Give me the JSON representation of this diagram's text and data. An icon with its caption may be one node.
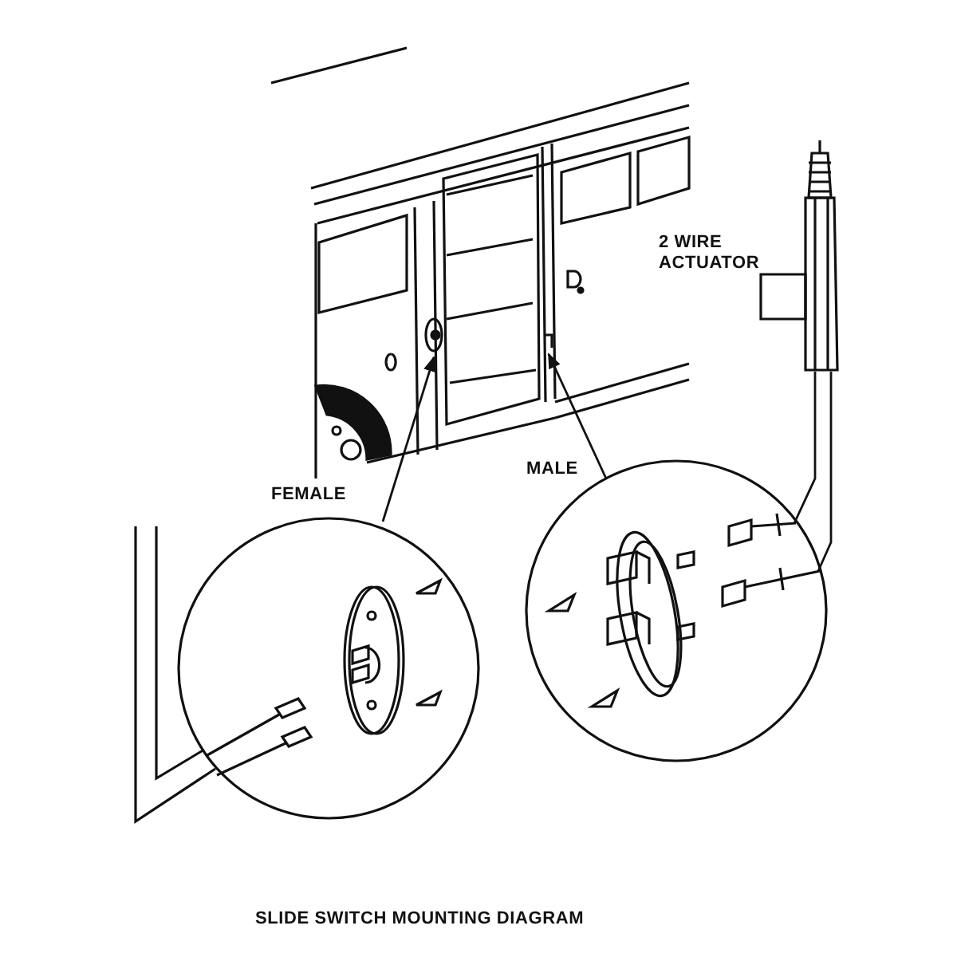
{
  "diagram": {
    "caption": "SLIDE SWITCH MOUNTING DIAGRAM",
    "nodes": [
      {
        "text": [
          "FEMALE"
        ]
      },
      {
        "text": [
          "MALE"
        ]
      },
      {
        "text": [],
        "shape": "picture"
      },
      {
        "text": [],
        "shape": "picture"
      },
      {
        "text": [],
        "shape": "picture",
        "beside": [
          "2 WIRE ACTUATOR"
        ]
      }
    ],
    "edges": [
      {
        "from": 0,
        "to": 2,
        "arrow": "to"
      },
      {
        "from": 1,
        "to": 3,
        "arrow": "to"
      },
      {
        "from": 4,
        "to": 1,
        "arrow": "none"
      },
      {
        "from": 4,
        "to": 1,
        "arrow": "none"
      }
    ]
  }
}
